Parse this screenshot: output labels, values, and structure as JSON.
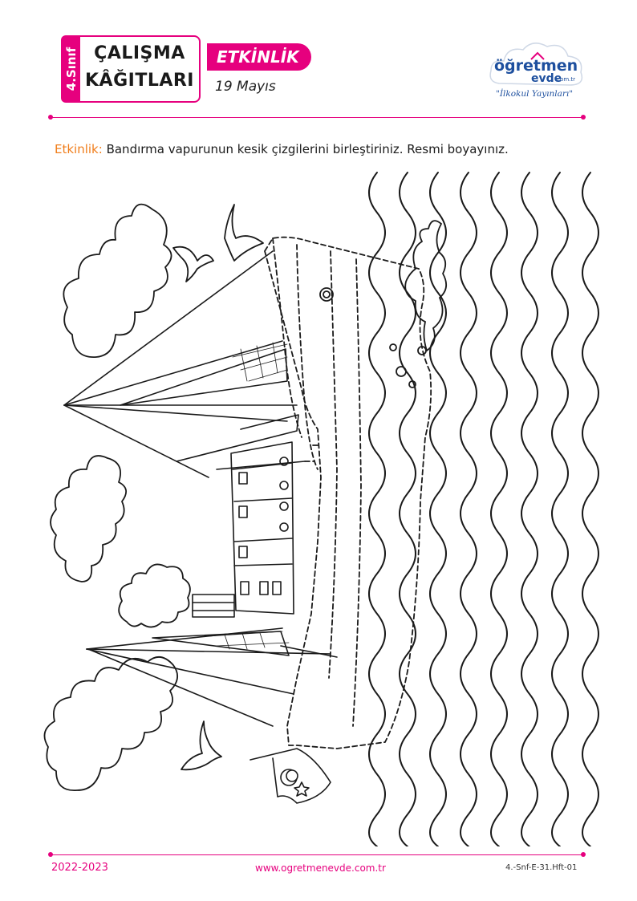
{
  "header": {
    "grade_label": "4.Sınıf",
    "title_line1": "ÇALIŞMA",
    "title_line2": "KÂĞITLARI",
    "activity_pill": "ETKİNLİK",
    "date": "19 Mayıs",
    "logo_main": "öğretmen",
    "logo_sub": "evde",
    "logo_domain": ".com.tr",
    "logo_tagline": "\"İlkokul Yayınları\""
  },
  "instruction": {
    "label": "Etkinlik:",
    "text": "Bandırma vapurunun kesik çizgilerini birleştiriniz. Resmi boyayınız."
  },
  "footer": {
    "year": "2022-2023",
    "website": "www.ogretmenevde.com.tr",
    "code": "4.-Snf-E-31.Hft-01"
  },
  "colors": {
    "accent": "#e6007e",
    "label_orange": "#f07d1a",
    "logo_blue": "#1d4f9e"
  }
}
